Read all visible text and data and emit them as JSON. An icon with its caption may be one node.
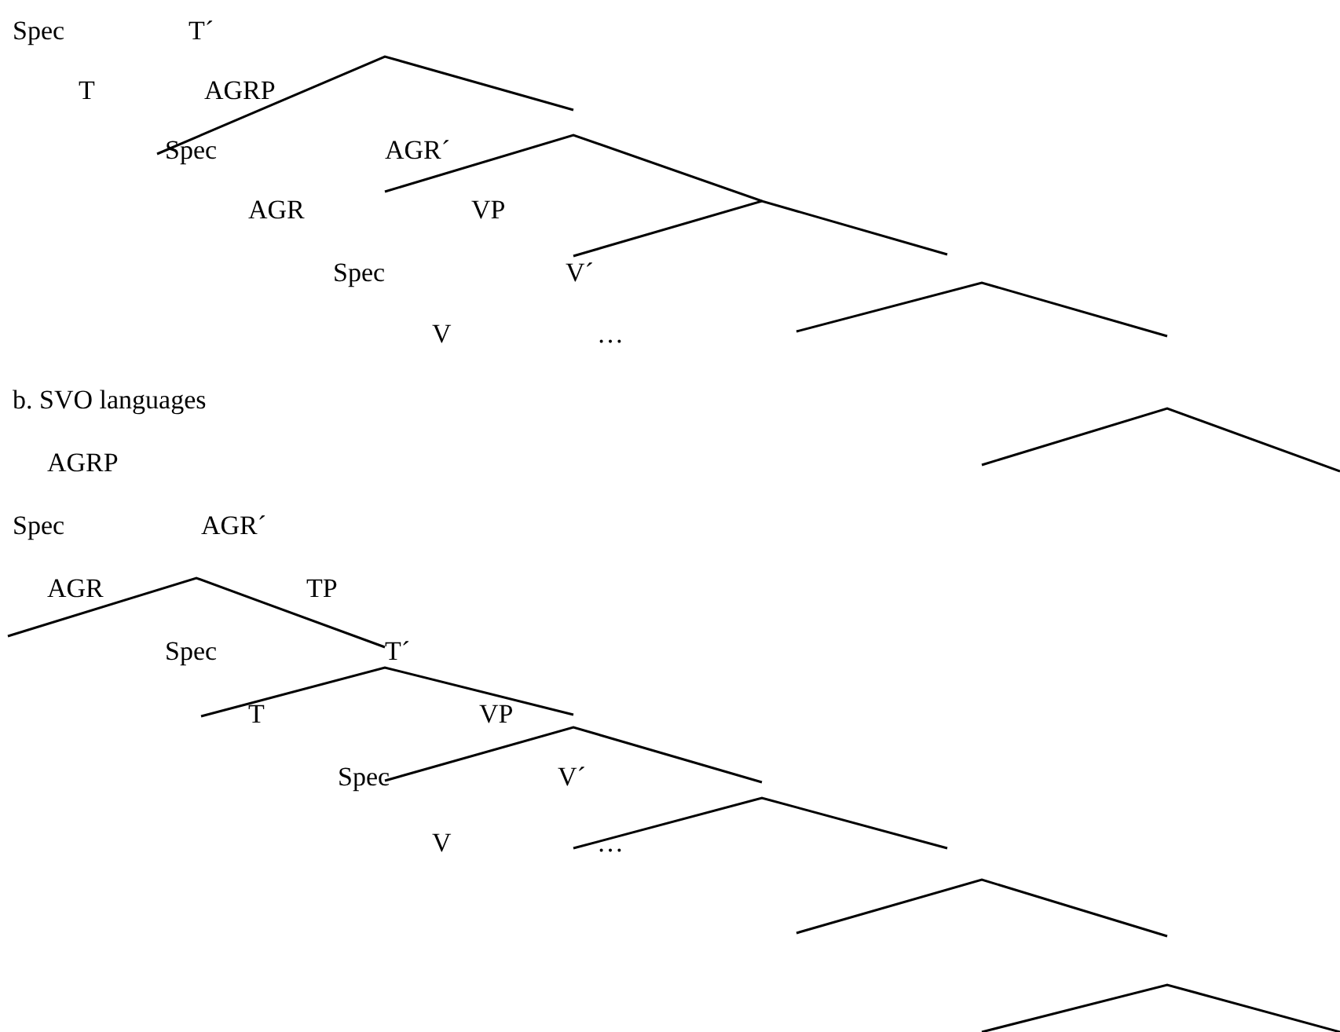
{
  "diagram": {
    "labels": [
      "Spec",
      "T´",
      "T",
      "AGRP",
      "Spec",
      "AGR´",
      "AGR",
      "VP",
      "Spec",
      "V´",
      "V",
      "…",
      "b. SVO languages",
      "AGRP",
      "Spec",
      "AGR´",
      "AGR",
      "TP",
      "Spec",
      "T´",
      "T",
      "VP",
      "Spec",
      "V´",
      "V",
      "…"
    ]
  }
}
